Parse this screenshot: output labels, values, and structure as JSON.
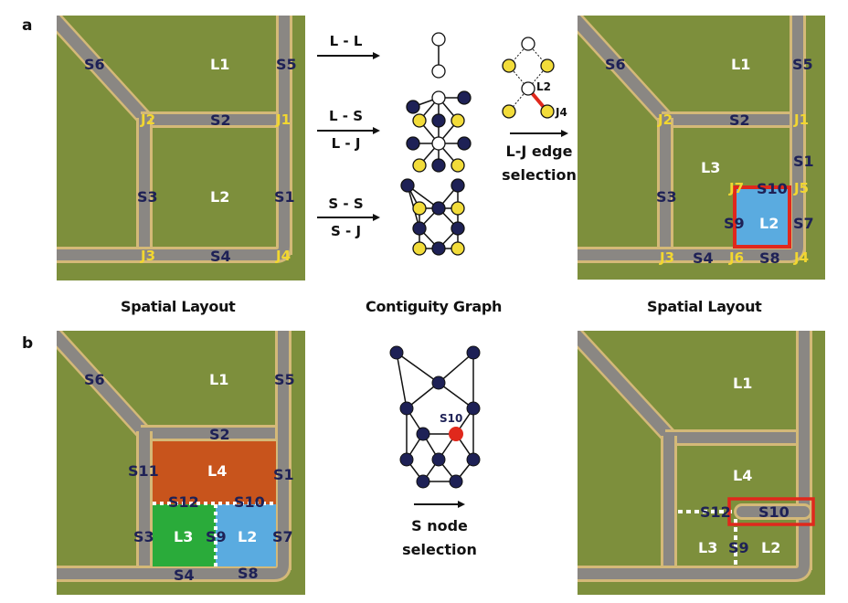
{
  "panels": {
    "a": {
      "letter": "a"
    },
    "b": {
      "letter": "b"
    }
  },
  "captions": {
    "left": "Spatial Layout",
    "middle": "Contiguity Graph",
    "right": "Spatial Layout"
  },
  "colors": {
    "grass": "#7d8f3c",
    "road": "#8a8783",
    "curb": "#d4b978",
    "street_label": "#1e2156",
    "junction_label": "#f2d730",
    "lot_label": "#ffffff",
    "node_navy": "#1e2156",
    "node_yellow": "#f2dc3a",
    "node_white": "#ffffff",
    "highlight_red": "#e0281c",
    "lot_blue": "#5aabe0",
    "lot_orange": "#c8541c",
    "lot_green": "#2aab3a"
  },
  "panel_a": {
    "left_map": {
      "lots": [
        "L1",
        "L2"
      ],
      "streets": [
        "S1",
        "S2",
        "S3",
        "S4",
        "S5",
        "S6"
      ],
      "junctions": [
        "J1",
        "J2",
        "J3",
        "J4"
      ]
    },
    "graph_rows": [
      {
        "top_label": "L - L",
        "bottom_label": ""
      },
      {
        "top_label": "L - S",
        "bottom_label": "L - J"
      },
      {
        "top_label": "S - S",
        "bottom_label": "S - J"
      }
    ],
    "edge_selection": {
      "node_label_lot": "L2",
      "node_label_junction": "J4",
      "caption_line1": "L-J edge",
      "caption_line2": "selection"
    },
    "right_map": {
      "lots": [
        "L1",
        "L2",
        "L3"
      ],
      "streets": [
        "S1",
        "S2",
        "S3",
        "S4",
        "S5",
        "S6",
        "S7",
        "S8",
        "S9",
        "S10"
      ],
      "junctions": [
        "J1",
        "J2",
        "J3",
        "J4",
        "J5",
        "J6",
        "J7"
      ]
    }
  },
  "panel_b": {
    "left_map": {
      "lots": [
        "L1",
        "L4",
        "L3",
        "L2"
      ],
      "streets": [
        "S1",
        "S2",
        "S3",
        "S4",
        "S5",
        "S6",
        "S7",
        "S8",
        "S9",
        "S10",
        "S11",
        "S12"
      ]
    },
    "graph": {
      "selected_node": "S10",
      "caption_line1": "S node",
      "caption_line2": "selection"
    },
    "right_map": {
      "lots": [
        "L1",
        "L4",
        "L3",
        "L2"
      ],
      "streets": [
        "S12",
        "S10",
        "S9"
      ]
    }
  }
}
